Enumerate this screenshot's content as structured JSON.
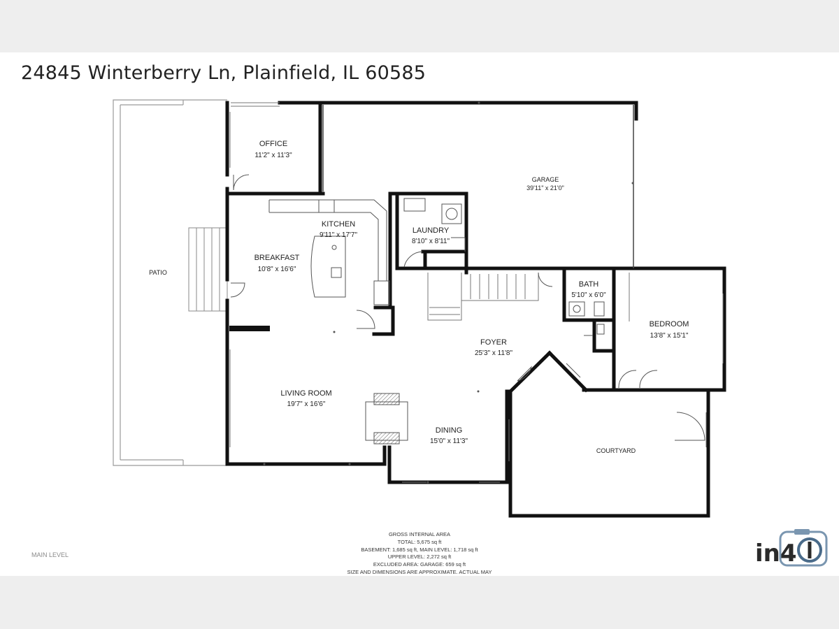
{
  "header": {
    "title": "24845 Winterberry Ln, Plainfield, IL 60585"
  },
  "plan": {
    "level": "MAIN LEVEL",
    "rooms": {
      "patio": {
        "name": "PATIO",
        "dims": ""
      },
      "office": {
        "name": "OFFICE",
        "dims": "11'2\" x 11'3\""
      },
      "garage": {
        "name": "GARAGE",
        "dims": "39'11\" x 21'0\""
      },
      "kitchen": {
        "name": "KITCHEN",
        "dims": "9'11\" x 17'7\""
      },
      "laundry": {
        "name": "LAUNDRY",
        "dims": "8'10\" x 8'11\""
      },
      "breakfast": {
        "name": "BREAKFAST",
        "dims": "10'8\" x 16'6\""
      },
      "bath": {
        "name": "BATH",
        "dims": "5'10\" x 6'0\""
      },
      "bedroom": {
        "name": "BEDROOM",
        "dims": "13'8\" x 15'1\""
      },
      "foyer": {
        "name": "FOYER",
        "dims": "25'3\" x 11'8\""
      },
      "living_room": {
        "name": "LIVING ROOM",
        "dims": "19'7\" x 16'6\""
      },
      "dining": {
        "name": "DINING",
        "dims": "15'0\" x 11'3\""
      },
      "courtyard": {
        "name": "COURTYARD",
        "dims": ""
      }
    }
  },
  "area_summary": {
    "heading": "GROSS INTERNAL AREA",
    "total": "TOTAL: 5,675 sq ft",
    "levels": "BASEMENT: 1,685 sq ft, MAIN LEVEL: 1,718 sq ft",
    "upper": "UPPER LEVEL: 2,272 sq ft",
    "excluded": "EXCLUDED AREA: GARAGE: 659 sq ft",
    "disclaimer": "SIZE AND DIMENSIONS ARE APPROXIMATE. ACTUAL MAY"
  },
  "brand": {
    "logo_text": "in4",
    "color": "#2a2a2a",
    "accent": "#4a6b8a"
  },
  "colors": {
    "wall": "#111111",
    "thin_line": "#888888",
    "background": "#eeeeee",
    "sheet": "#ffffff"
  }
}
